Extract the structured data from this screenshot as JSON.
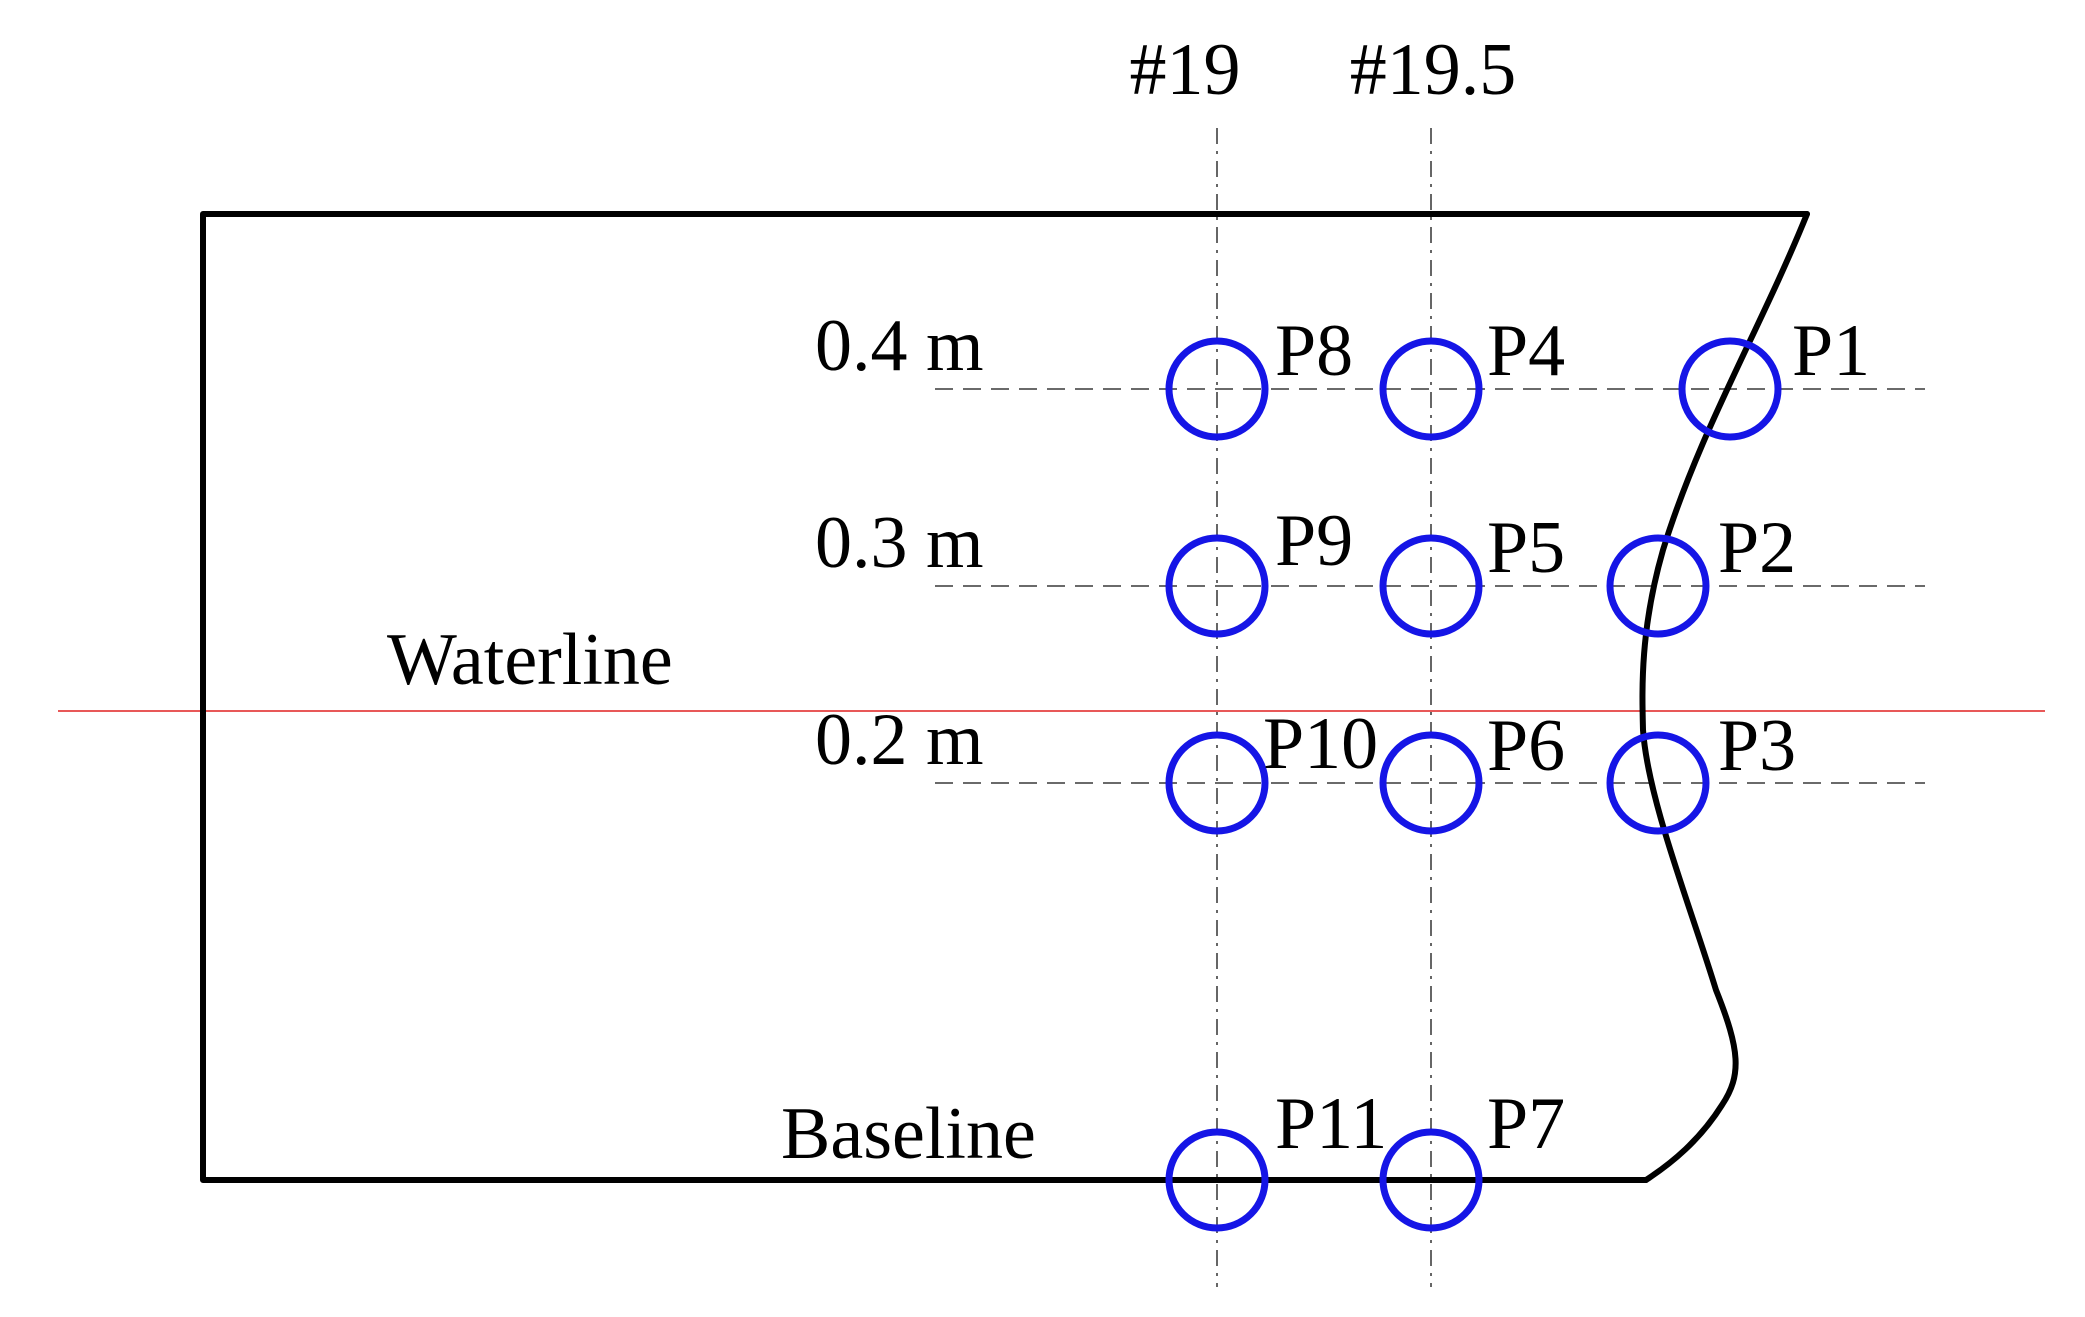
{
  "stations": [
    {
      "label": "#19"
    },
    {
      "label": "#19.5"
    }
  ],
  "heights": [
    {
      "label": "0.4 m"
    },
    {
      "label": "0.3 m"
    },
    {
      "label": "0.2 m"
    }
  ],
  "waterline_label": "Waterline",
  "baseline_label": "Baseline",
  "probes": [
    {
      "label": "P1"
    },
    {
      "label": "P2"
    },
    {
      "label": "P3"
    },
    {
      "label": "P4"
    },
    {
      "label": "P5"
    },
    {
      "label": "P6"
    },
    {
      "label": "P7"
    },
    {
      "label": "P8"
    },
    {
      "label": "P9"
    },
    {
      "label": "P10"
    },
    {
      "label": "P11"
    }
  ],
  "colors": {
    "probe": "#1515e6",
    "waterline": "#e02020",
    "hull": "#000000"
  }
}
